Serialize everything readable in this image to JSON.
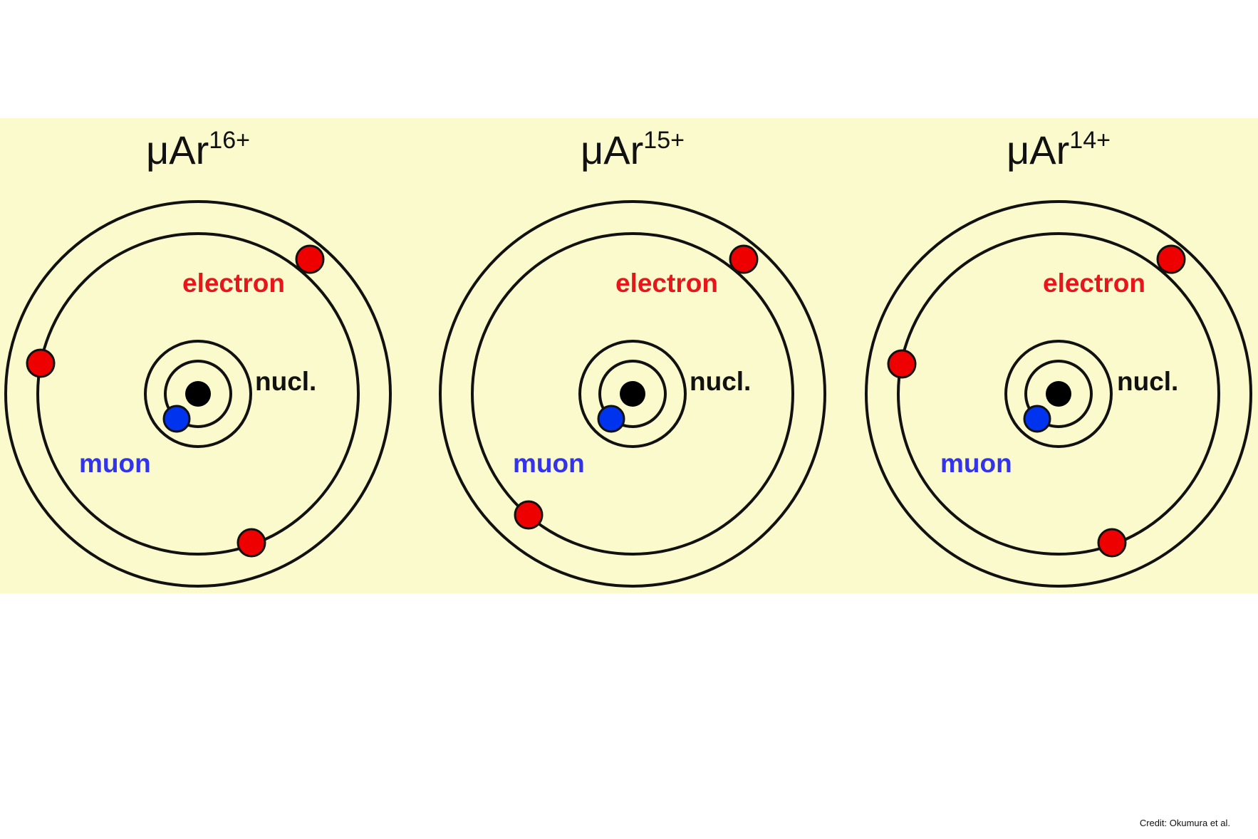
{
  "colors": {
    "panel_background": "#fafacd",
    "electron": "#ee0000",
    "muon": "#0033ee",
    "nucleus": "#000000",
    "orbit": "#111111"
  },
  "atoms": [
    {
      "title_base": "μAr",
      "title_charge": "16+",
      "electron_label": "electron",
      "muon_label": "muon",
      "nucleus_label": "nucl.",
      "electron_count": 3
    },
    {
      "title_base": "μAr",
      "title_charge": "15+",
      "electron_label": "electron",
      "muon_label": "muon",
      "nucleus_label": "nucl.",
      "electron_count": 2
    },
    {
      "title_base": "μAr",
      "title_charge": "14+",
      "electron_label": "electron",
      "muon_label": "muon",
      "nucleus_label": "nucl.",
      "electron_count": 3
    }
  ],
  "credit": "Credit: Okumura et al."
}
